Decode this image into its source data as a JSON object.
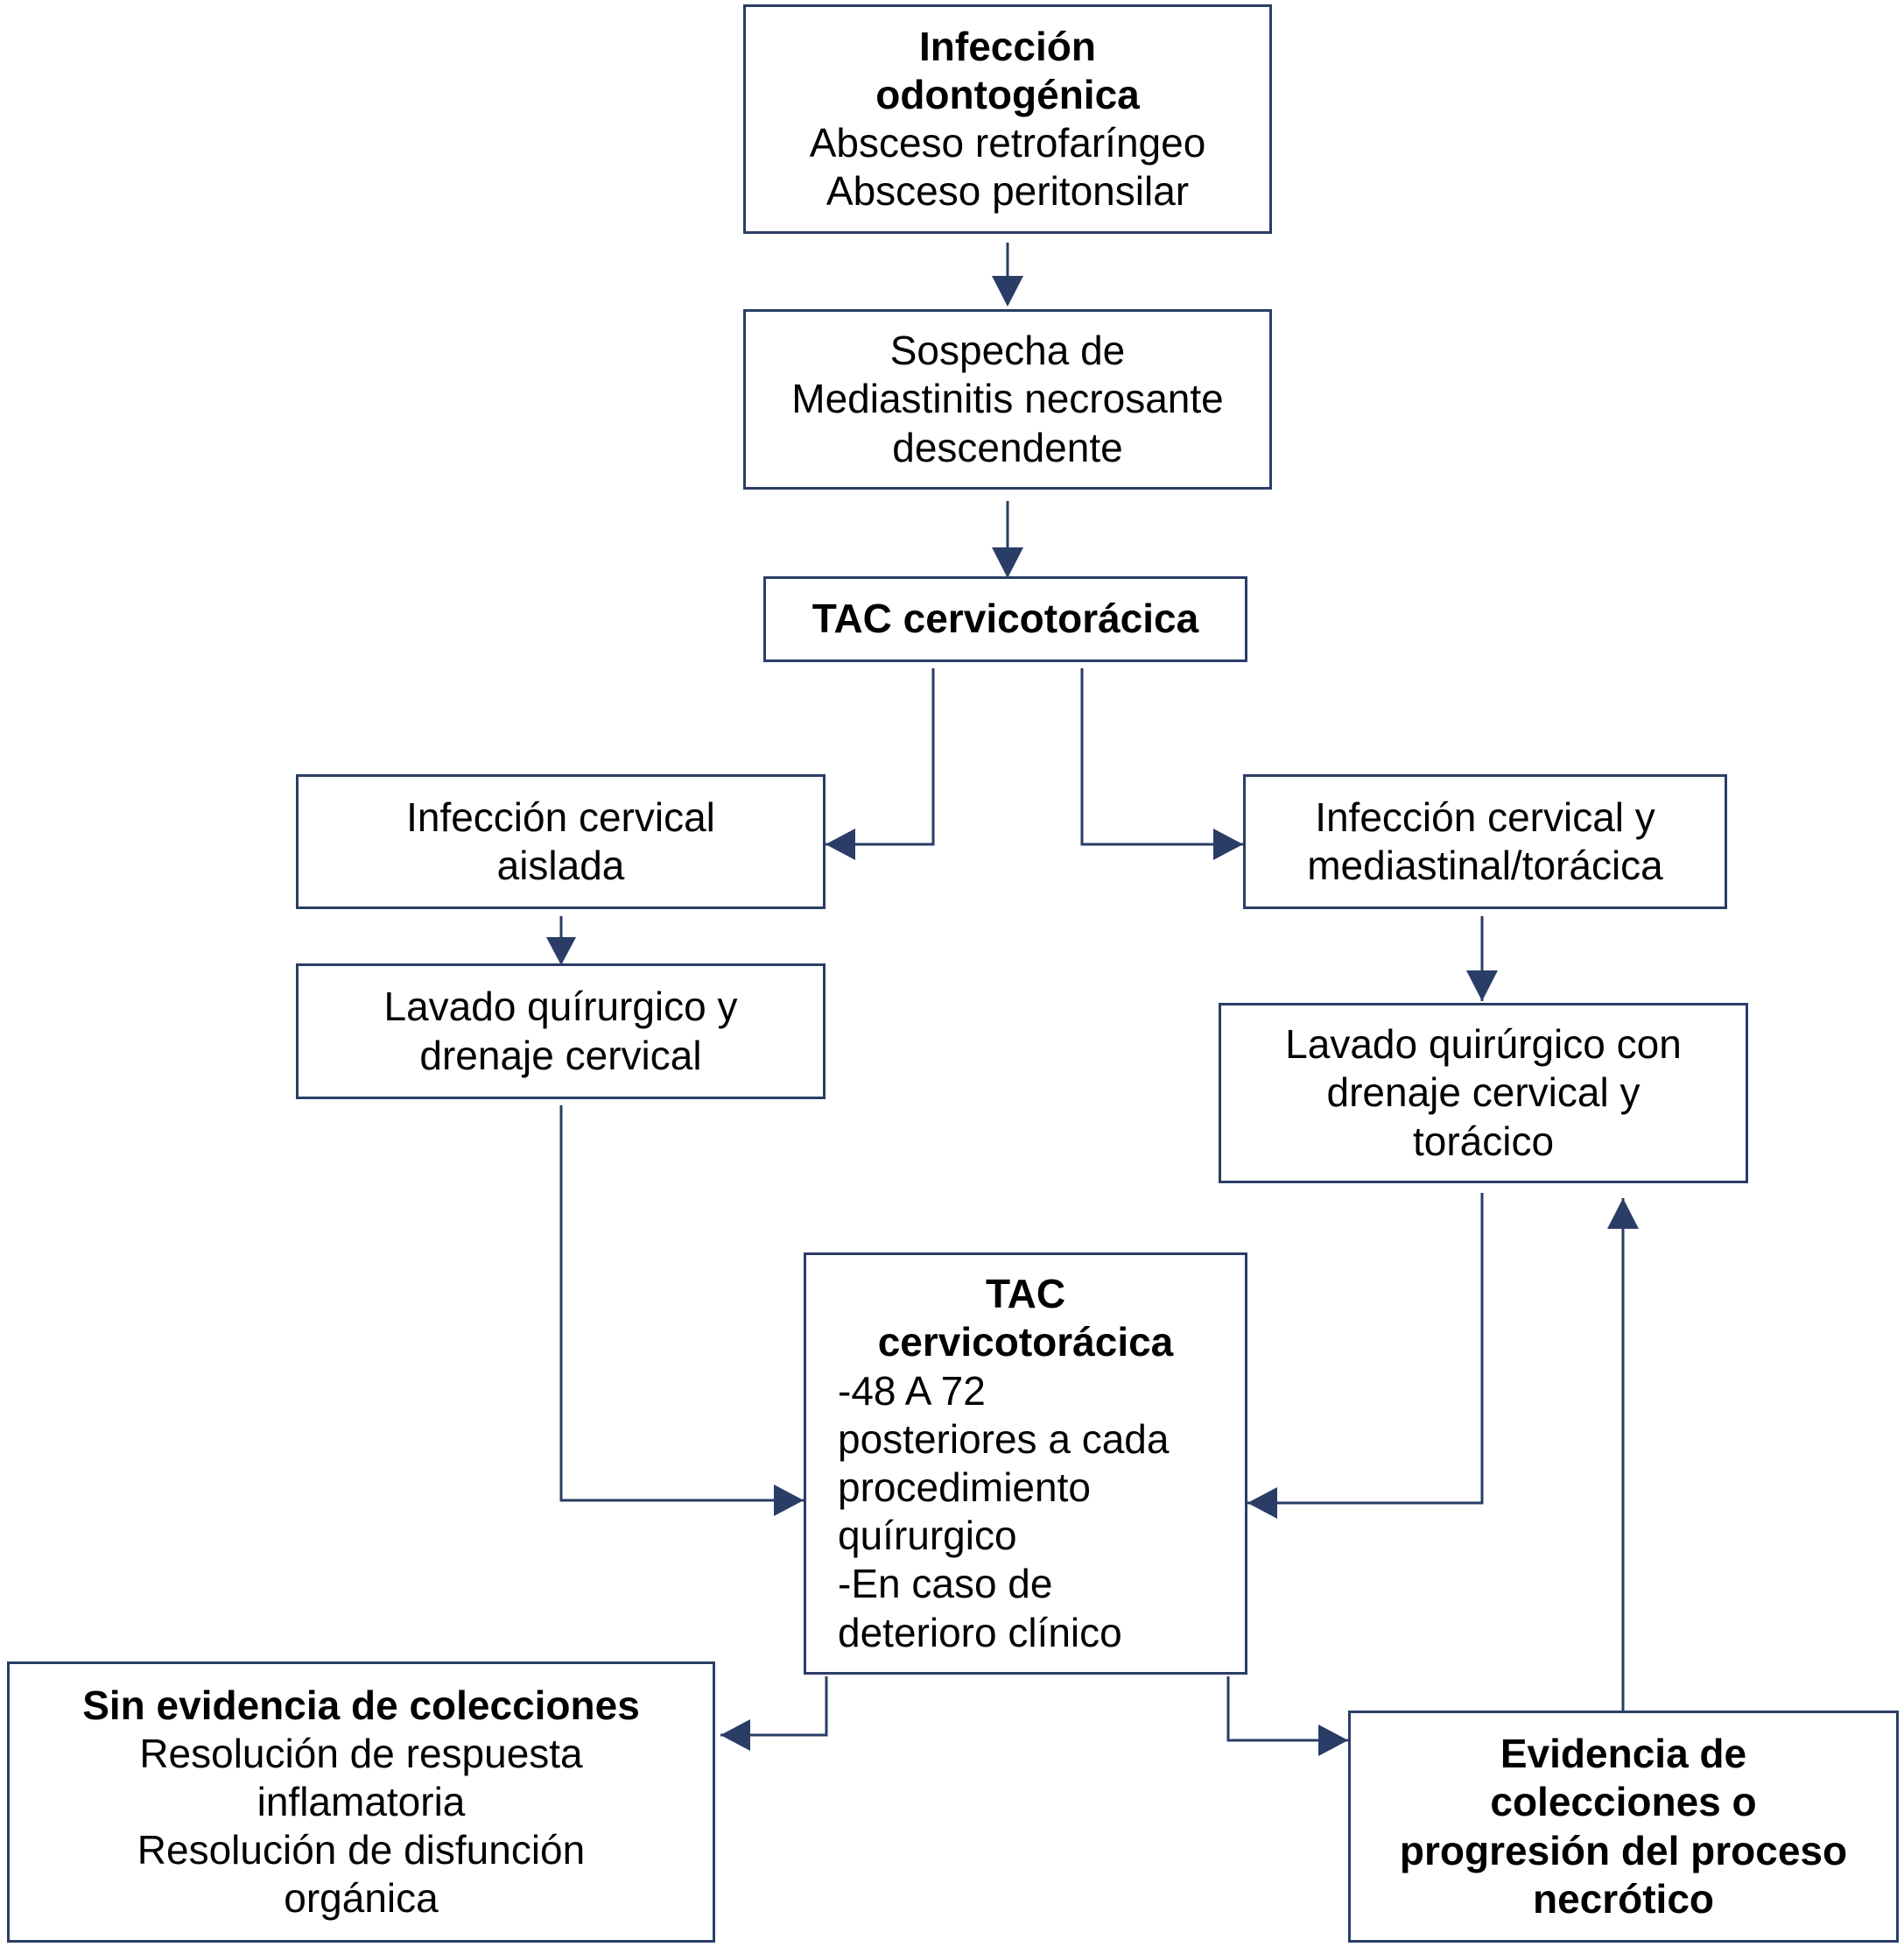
{
  "colors": {
    "border": "#2a3d66",
    "arrow": "#2a3d66",
    "text": "#000000"
  },
  "nodes": {
    "infeccion_odontogenica": {
      "title": [
        "Infección",
        "odontogénica"
      ],
      "lines": [
        "Absceso retrofaríngeo",
        "Absceso peritonsilar"
      ]
    },
    "sospecha": {
      "lines": [
        "Sospecha de",
        "Mediastinitis necrosante",
        "descendente"
      ]
    },
    "tac_1": {
      "title": [
        "TAC cervicotorácica"
      ]
    },
    "infeccion_cervical_aislada": {
      "lines": [
        "Infección cervical",
        "aislada"
      ]
    },
    "infeccion_cervical_mediastinal": {
      "lines": [
        "Infección cervical y",
        "mediastinal/torácica"
      ]
    },
    "lavado_cervical": {
      "lines": [
        "Lavado quírurgico y",
        "drenaje cervical"
      ]
    },
    "lavado_cervical_toracico": {
      "lines": [
        "Lavado quirúrgico con",
        "drenaje cervical y",
        "torácico"
      ]
    },
    "tac_2": {
      "title": [
        "TAC",
        "cervicotorácica"
      ],
      "lines": [
        "-48 A 72",
        "posteriores a cada",
        "procedimiento",
        "quírurgico",
        "-En caso de",
        "deterioro clínico"
      ]
    },
    "sin_evidencia": {
      "title": [
        "Sin evidencia de colecciones"
      ],
      "lines": [
        "Resolución de respuesta",
        "inflamatoria",
        "Resolución de disfunción",
        "orgánica"
      ]
    },
    "evidencia": {
      "title": [
        "Evidencia de",
        "colecciones o",
        "progresión del proceso",
        "necrótico"
      ]
    }
  }
}
